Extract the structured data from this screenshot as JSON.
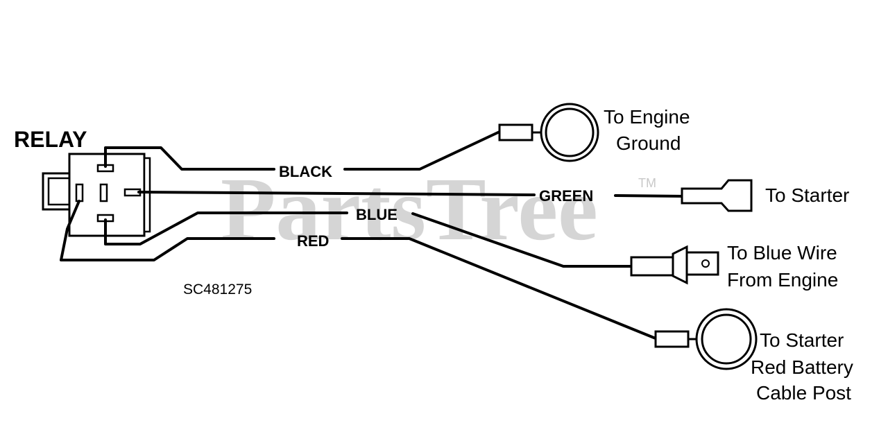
{
  "diagram": {
    "title": "RELAY",
    "part_code": "SC481275",
    "watermark": {
      "brand": "PartsTree",
      "trademark": "TM"
    },
    "wires": [
      {
        "id": "black",
        "label": "BLACK"
      },
      {
        "id": "green",
        "label": "GREEN"
      },
      {
        "id": "blue",
        "label": "BLUE"
      },
      {
        "id": "red",
        "label": "RED"
      }
    ],
    "destinations": [
      {
        "id": "engine-ground",
        "lines": [
          "To Engine",
          "Ground"
        ]
      },
      {
        "id": "starter",
        "lines": [
          "To Starter"
        ]
      },
      {
        "id": "blue-wire-engine",
        "lines": [
          "To Blue Wire",
          "From Engine"
        ]
      },
      {
        "id": "starter-battery-post",
        "lines": [
          "To Starter",
          "Red Battery",
          "Cable Post"
        ]
      }
    ]
  }
}
